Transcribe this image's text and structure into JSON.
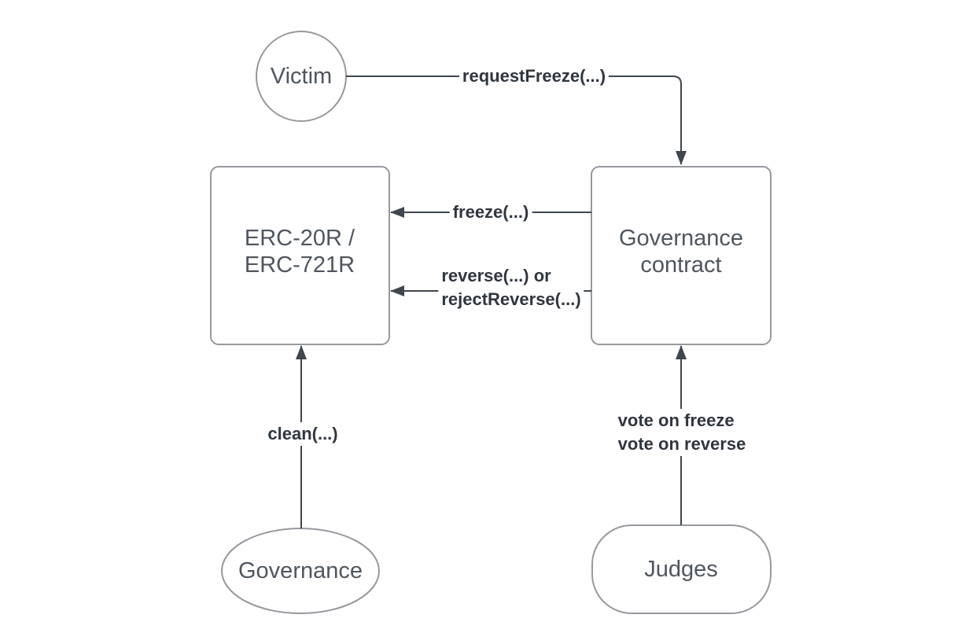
{
  "diagram": {
    "nodes": {
      "victim": {
        "label": "Victim",
        "shape": "circle"
      },
      "erc": {
        "label": "ERC-20R /\nERC-721R",
        "shape": "rounded-rectangle"
      },
      "governance_contract": {
        "label": "Governance\ncontract",
        "shape": "rounded-rectangle"
      },
      "governance": {
        "label": "Governance",
        "shape": "ellipse"
      },
      "judges": {
        "label": "Judges",
        "shape": "pill-rectangle"
      }
    },
    "edges": {
      "request_freeze": {
        "label": "requestFreeze(...)",
        "from": "victim",
        "to": "governance_contract"
      },
      "freeze": {
        "label": "freeze(...)",
        "from": "governance_contract",
        "to": "erc"
      },
      "reverse": {
        "label": "reverse(...) or\nrejectReverse(...)",
        "from": "governance_contract",
        "to": "erc"
      },
      "clean": {
        "label": "clean(...)",
        "from": "governance",
        "to": "erc"
      },
      "vote": {
        "label": "vote on freeze\nvote on reverse",
        "from": "judges",
        "to": "governance_contract"
      }
    },
    "colors": {
      "background": "#ffffff",
      "shape_stroke": "#95999e",
      "shape_fill": "#ffffff",
      "shape_text": "#4f565e",
      "edge_stroke": "#3f464e",
      "edge_label_text": "#30363e"
    }
  }
}
